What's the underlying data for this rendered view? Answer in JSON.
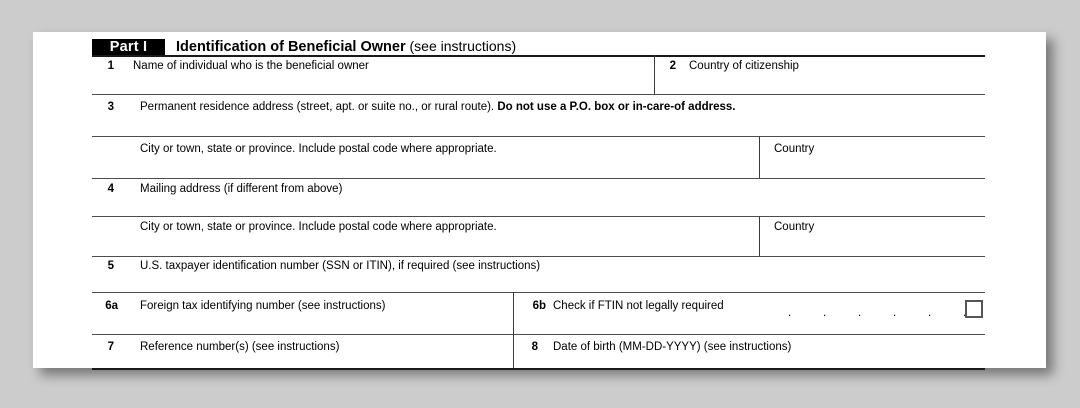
{
  "document": {
    "part": {
      "tag": "Part I",
      "title": "Identification of Beneficial Owner",
      "title_suffix": "(see instructions)"
    },
    "colors": {
      "page_background": "#cccccc",
      "sheet": "#ffffff",
      "ink": "#000000",
      "rule": "#1a1a1a",
      "banner_fill": "#000000",
      "banner_text": "#ffffff",
      "checkbox_border": "#555555"
    },
    "lines": [
      {
        "number": "1",
        "label": "Name of individual who is the beneficial owner",
        "value": ""
      },
      {
        "number": "2",
        "label": "Country of citizenship",
        "value": ""
      },
      {
        "number": "3",
        "label_normal": "Permanent residence address (street, apt. or suite no., or rural route).",
        "label_bold": "Do not use a P.O. box or in-care-of address.",
        "value": ""
      },
      {
        "number": "",
        "label": "City or town, state or province. Include postal code where appropriate.",
        "value": ""
      },
      {
        "number": "",
        "label": "Country",
        "value": ""
      },
      {
        "number": "4",
        "label": "Mailing address (if different from above)",
        "value": ""
      },
      {
        "number": "",
        "label": "City or town, state or province. Include postal code where appropriate.",
        "value": ""
      },
      {
        "number": "",
        "label": "Country",
        "value": ""
      },
      {
        "number": "5",
        "label": "U.S. taxpayer identification number (SSN or ITIN), if required (see instructions)",
        "value": ""
      },
      {
        "number": "6a",
        "label": "Foreign tax identifying number (see instructions)",
        "value": ""
      },
      {
        "number": "6b",
        "label": "Check if FTIN not legally required",
        "leaders": ". . . . . . . . . . . . . .",
        "checkbox_checked": false
      },
      {
        "number": "7",
        "label": "Reference number(s) (see instructions)",
        "value": ""
      },
      {
        "number": "8",
        "label": "Date of birth (MM-DD-YYYY) (see instructions)",
        "value": ""
      }
    ]
  }
}
